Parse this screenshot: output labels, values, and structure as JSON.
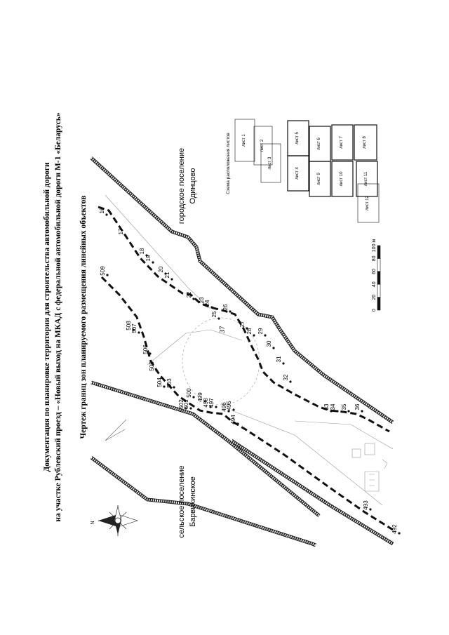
{
  "page_number": "37",
  "header": {
    "line1": "Документация по планировке территории для строительства автомобильной дороги",
    "line2": "на участке Рублевский проезд – «Новый выход на МКАД с федеральной автомобильной дороги М-1 «Беларусь»",
    "subtitle": "Чертеж границ зон планируемого размещения линейных объектов"
  },
  "areas": {
    "odintsovo": [
      "городское поселение",
      "Одинцово"
    ],
    "barvikhinskoe": [
      "сельское поселение",
      "Барвихинское"
    ]
  },
  "compass": {
    "north_label": "N",
    "icon": "compass-rose-icon"
  },
  "sheet_index": {
    "title": "Схема расположения листов",
    "sheets": [
      "лист 1",
      "лист 2",
      "лист 3",
      "лист 4",
      "лист 5",
      "лист 6",
      "лист 7",
      "лист 8",
      "лист 9",
      "лист 10",
      "лист 11",
      "лист 12"
    ]
  },
  "scale_bar": {
    "ticks": [
      "0",
      "20",
      "40",
      "60",
      "80",
      "100 м"
    ]
  },
  "point_labels": [
    "16",
    "17",
    "18",
    "19",
    "20",
    "21",
    "22",
    "23",
    "24",
    "25",
    "26",
    "27",
    "28",
    "29",
    "30",
    "31",
    "32",
    "33",
    "34",
    "35",
    "36",
    "492",
    "493",
    "494",
    "495",
    "496",
    "497",
    "498",
    "499",
    "500",
    "501",
    "502",
    "503",
    "504",
    "505",
    "506",
    "507",
    "508",
    "509"
  ]
}
